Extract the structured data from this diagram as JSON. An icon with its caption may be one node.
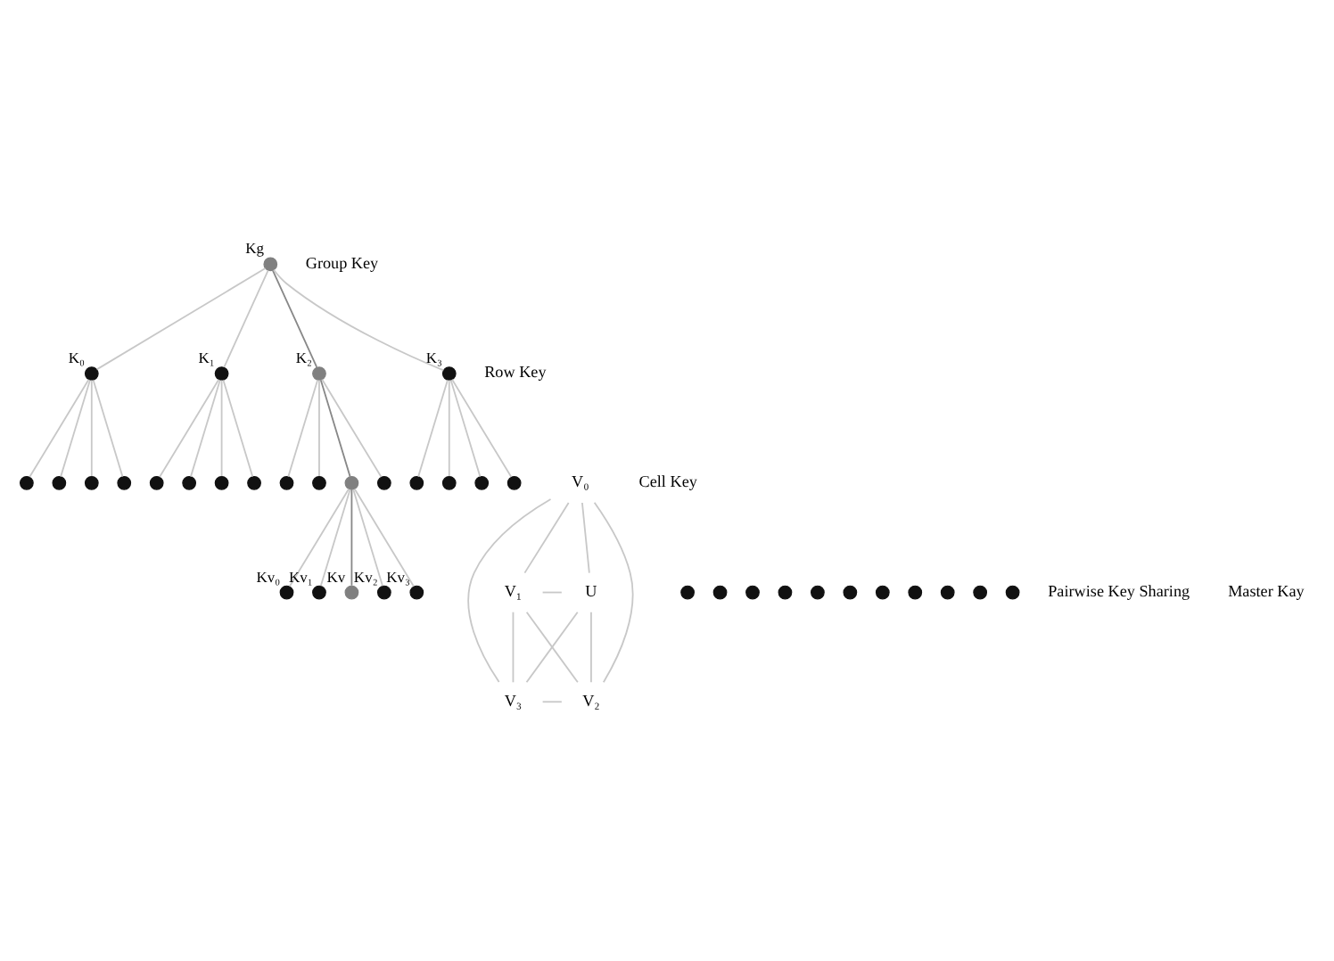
{
  "diagram": {
    "nodes": [
      {
        "text": [],
        "shape": "circle",
        "beside": [
          "Kg"
        ]
      },
      {
        "text": [],
        "shape": "circle",
        "beside": [
          "K₀"
        ]
      },
      {
        "text": [],
        "shape": "circle",
        "beside": [
          "K₁"
        ]
      },
      {
        "text": [],
        "shape": "circle",
        "beside": [
          "K₂"
        ]
      },
      {
        "text": [],
        "shape": "circle",
        "beside": [
          "K₃"
        ]
      },
      {
        "text": [],
        "shape": "circle"
      },
      {
        "text": [],
        "shape": "circle"
      },
      {
        "text": [],
        "shape": "circle"
      },
      {
        "text": [],
        "shape": "circle"
      },
      {
        "text": [],
        "shape": "circle"
      },
      {
        "text": [],
        "shape": "circle"
      },
      {
        "text": [],
        "shape": "circle"
      },
      {
        "text": [],
        "shape": "circle"
      },
      {
        "text": [],
        "shape": "circle"
      },
      {
        "text": [],
        "shape": "circle"
      },
      {
        "text": [],
        "shape": "circle"
      },
      {
        "text": [],
        "shape": "circle"
      },
      {
        "text": [],
        "shape": "circle"
      },
      {
        "text": [],
        "shape": "circle"
      },
      {
        "text": [],
        "shape": "circle"
      },
      {
        "text": [],
        "shape": "circle"
      },
      {
        "text": [],
        "shape": "circle",
        "beside": [
          "Kv₀"
        ]
      },
      {
        "text": [],
        "shape": "circle",
        "beside": [
          "Kv₁"
        ]
      },
      {
        "text": [],
        "shape": "circle",
        "beside": [
          "Kv"
        ]
      },
      {
        "text": [],
        "shape": "circle",
        "beside": [
          "Kv₂"
        ]
      },
      {
        "text": [],
        "shape": "circle",
        "beside": [
          "Kv₃"
        ]
      },
      {
        "text": [
          "V₀"
        ]
      },
      {
        "text": [
          "V₁"
        ]
      },
      {
        "text": [
          "U"
        ]
      },
      {
        "text": [
          "V₂"
        ]
      },
      {
        "text": [
          "V₃"
        ]
      },
      {
        "text": [],
        "shape": "circle"
      },
      {
        "text": [],
        "shape": "circle"
      },
      {
        "text": [],
        "shape": "circle"
      },
      {
        "text": [],
        "shape": "circle"
      },
      {
        "text": [],
        "shape": "circle"
      },
      {
        "text": [],
        "shape": "circle"
      },
      {
        "text": [],
        "shape": "circle"
      },
      {
        "text": [],
        "shape": "circle"
      },
      {
        "text": [],
        "shape": "circle"
      },
      {
        "text": [],
        "shape": "circle"
      },
      {
        "text": [],
        "shape": "circle"
      }
    ],
    "edges": [
      {
        "from": 0,
        "to": 1,
        "arrow": "none"
      },
      {
        "from": 0,
        "to": 2,
        "arrow": "none"
      },
      {
        "from": 0,
        "to": 3,
        "arrow": "none",
        "color": "#888888"
      },
      {
        "from": 0,
        "to": 4,
        "arrow": "none"
      },
      {
        "from": 1,
        "to": 5,
        "arrow": "none"
      },
      {
        "from": 1,
        "to": 6,
        "arrow": "none"
      },
      {
        "from": 1,
        "to": 7,
        "arrow": "none"
      },
      {
        "from": 1,
        "to": 8,
        "arrow": "none"
      },
      {
        "from": 2,
        "to": 9,
        "arrow": "none"
      },
      {
        "from": 2,
        "to": 10,
        "arrow": "none"
      },
      {
        "from": 2,
        "to": 11,
        "arrow": "none"
      },
      {
        "from": 2,
        "to": 12,
        "arrow": "none"
      },
      {
        "from": 3,
        "to": 13,
        "arrow": "none"
      },
      {
        "from": 3,
        "to": 14,
        "arrow": "none"
      },
      {
        "from": 3,
        "to": 15,
        "arrow": "none",
        "color": "#888888"
      },
      {
        "from": 3,
        "to": 16,
        "arrow": "none"
      },
      {
        "from": 4,
        "to": 17,
        "arrow": "none"
      },
      {
        "from": 4,
        "to": 18,
        "arrow": "none"
      },
      {
        "from": 4,
        "to": 19,
        "arrow": "none"
      },
      {
        "from": 4,
        "to": 20,
        "arrow": "none"
      },
      {
        "from": 15,
        "to": 21,
        "arrow": "none"
      },
      {
        "from": 15,
        "to": 22,
        "arrow": "none"
      },
      {
        "from": 15,
        "to": 23,
        "arrow": "none",
        "color": "#888888"
      },
      {
        "from": 15,
        "to": 24,
        "arrow": "none"
      },
      {
        "from": 15,
        "to": 25,
        "arrow": "none"
      },
      {
        "from": 26,
        "to": 28,
        "arrow": "none"
      },
      {
        "from": 28,
        "to": 30,
        "arrow": "none"
      },
      {
        "from": 30,
        "to": 29,
        "arrow": "none"
      },
      {
        "from": 29,
        "to": 27,
        "arrow": "none"
      },
      {
        "from": 27,
        "to": 26,
        "arrow": "none"
      },
      {
        "from": 26,
        "to": 29,
        "arrow": "none"
      },
      {
        "from": 26,
        "to": 30,
        "arrow": "none"
      },
      {
        "from": 27,
        "to": 28,
        "arrow": "none"
      },
      {
        "from": 27,
        "to": 30,
        "arrow": "none"
      },
      {
        "from": 28,
        "to": 29,
        "arrow": "none"
      }
    ],
    "labels": [
      "Group Key",
      "Row Key",
      "Cell Key",
      "Pairwise Key Sharing",
      "Master Kay"
    ]
  }
}
